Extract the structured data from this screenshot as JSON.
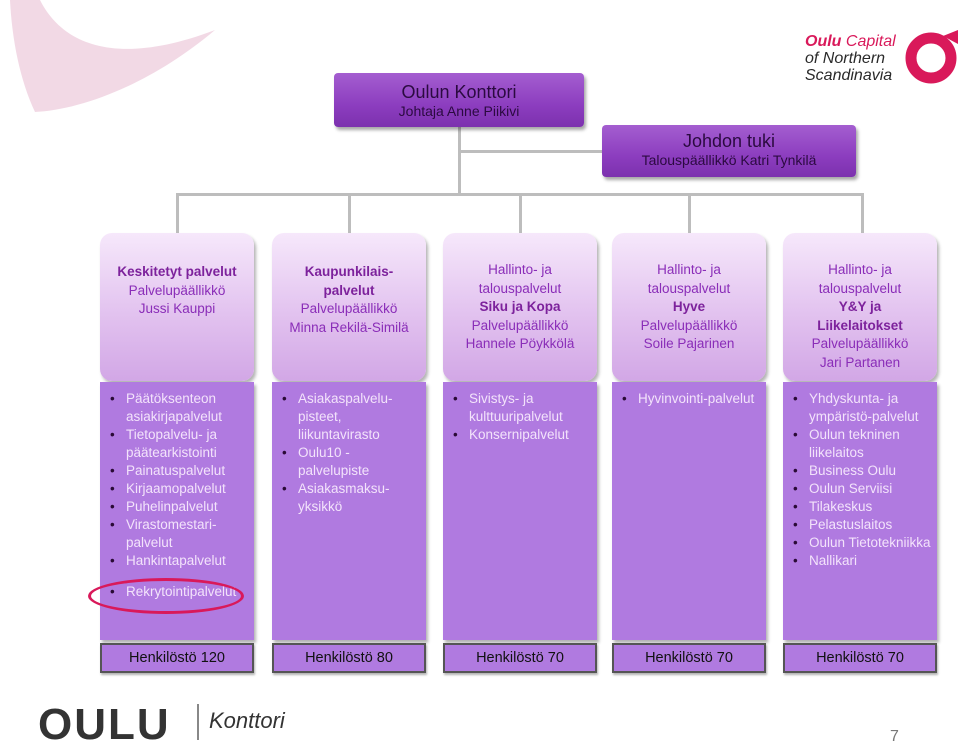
{
  "director": {
    "title": "Oulun Konttori",
    "subtitle": "Johtaja Anne Piikivi"
  },
  "support": {
    "title": "Johdon tuki",
    "subtitle": "Talouspäällikkö Katri Tynkilä"
  },
  "brand": {
    "line1_bold": "Oulu",
    "line1_rest": "Capital",
    "line2": "of Northern",
    "line3": "Scandinavia"
  },
  "footer": {
    "logo": "OULU",
    "label": "Konttori",
    "page_number": "7"
  },
  "columns": [
    {
      "header": [
        "Keskitetyt palvelut",
        "Palvelupäällikkö",
        "Jussi Kauppi"
      ],
      "items": [
        "Päätöksenteon asiakirjapalvelut",
        "Tietopalvelu- ja päätearkistointi",
        "Painatuspalvelut",
        "Kirjaamopalvelut",
        "Puhelinpalvelut",
        "Virastomestari-palvelut",
        "Hankintapalvelut",
        "Rekrytointipalvelut"
      ],
      "staff": "Henkilöstö 120"
    },
    {
      "header": [
        "Kaupunkilais-",
        "palvelut",
        "Palvelupäällikkö",
        "Minna Rekilä-Similä"
      ],
      "items": [
        "Asiakaspalvelu-pisteet, liikuntavirasto",
        "Oulu10 -palvelupiste",
        "Asiakasmaksu-yksikkö"
      ],
      "staff": "Henkilöstö 80"
    },
    {
      "header": [
        "Hallinto- ja",
        "talouspalvelut",
        "Siku ja Kopa",
        "Palvelupäällikkö",
        "Hannele Pöykkölä"
      ],
      "items": [
        "Sivistys- ja kulttuuripalvelut",
        "Konsernipalvelut"
      ],
      "staff": "Henkilöstö 70"
    },
    {
      "header": [
        "Hallinto- ja",
        "talouspalvelut",
        "Hyve",
        "Palvelupäällikkö",
        "Soile Pajarinen"
      ],
      "items": [
        "Hyvinvointi-palvelut"
      ],
      "staff": "Henkilöstö 70"
    },
    {
      "header": [
        "Hallinto- ja",
        "talouspalvelut",
        "Y&Y ja",
        "Liikelaitokset",
        "Palvelupäällikkö",
        "Jari Partanen"
      ],
      "items": [
        "Yhdyskunta- ja ympäristö-palvelut",
        "Oulun tekninen liikelaitos",
        "Business Oulu",
        "Oulun Serviisi",
        "Tilakeskus",
        "Pelastuslaitos",
        "Oulun Tietotekniikka",
        "Nallikari"
      ],
      "staff": "Henkilöstö 70"
    }
  ]
}
